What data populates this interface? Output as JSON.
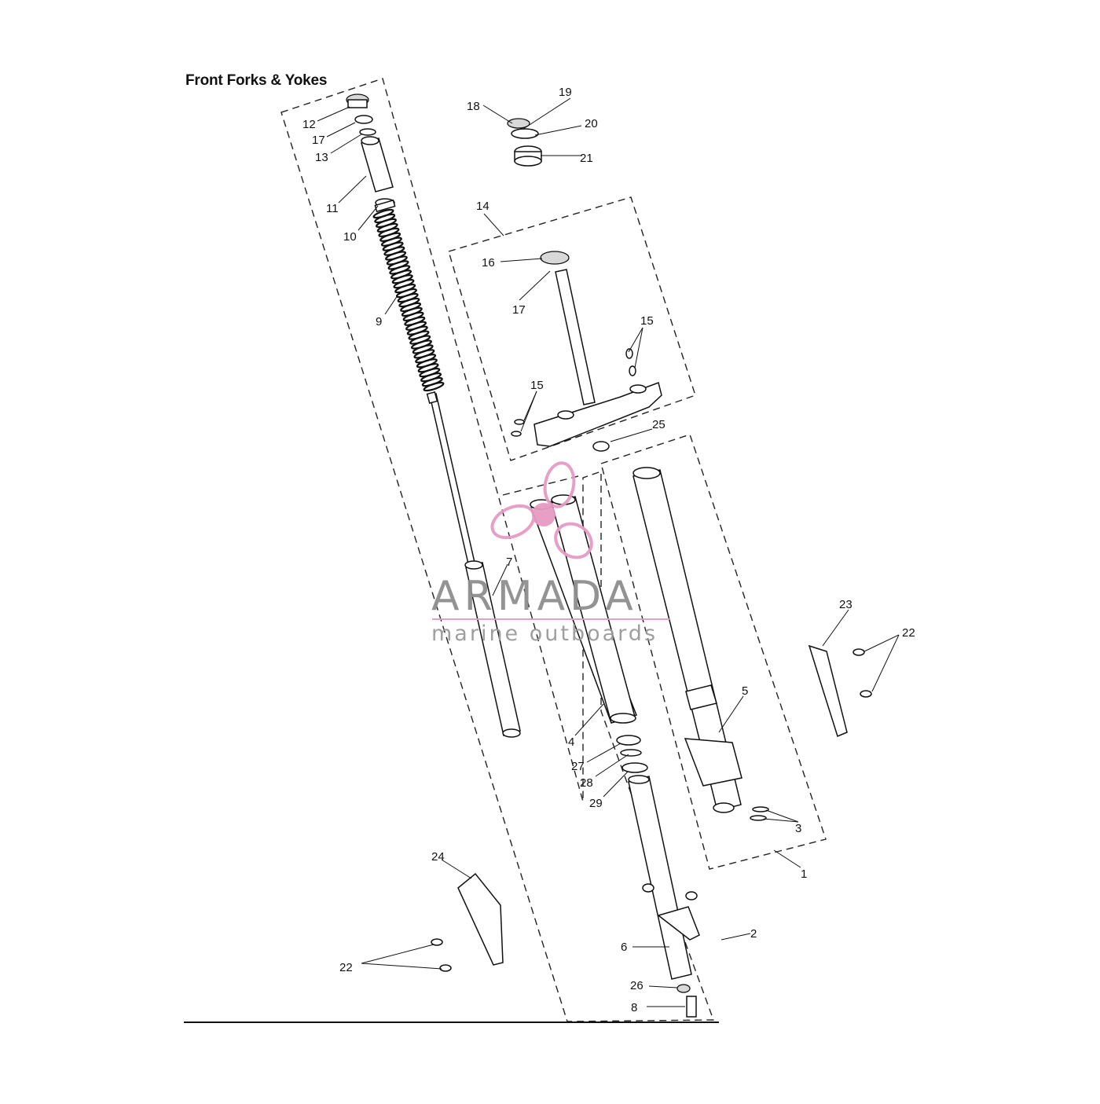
{
  "title": "Front Forks & Yokes",
  "watermark": {
    "brand": "ARMADA",
    "tagline": "marine outboards",
    "logo_color": "#e79ac4",
    "text_color": "#8e8e8e"
  },
  "callouts": {
    "c12": "12",
    "c17a": "17",
    "c13": "13",
    "c11": "11",
    "c10": "10",
    "c9": "9",
    "c18": "18",
    "c19": "19",
    "c20": "20",
    "c21": "21",
    "c14": "14",
    "c16": "16",
    "c17b": "17",
    "c15a": "15",
    "c15b": "15",
    "c25": "25",
    "c7": "7",
    "c4": "4",
    "c27": "27",
    "c28": "28",
    "c29": "29",
    "c5": "5",
    "c3": "3",
    "c1": "1",
    "c2": "2",
    "c23": "23",
    "c22a": "22",
    "c24": "24",
    "c22b": "22",
    "c6": "6",
    "c26": "26",
    "c8": "8"
  }
}
